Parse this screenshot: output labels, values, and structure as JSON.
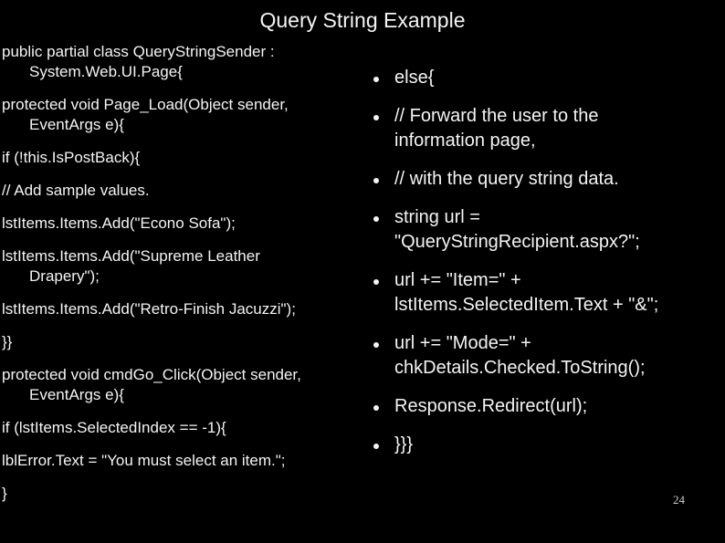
{
  "slide": {
    "title": "Query String Example",
    "page_number": "24",
    "colors": {
      "background": "#000000",
      "text": "#f4f4f4",
      "page_number": "#cccccc"
    },
    "left_code": {
      "paragraphs": [
        {
          "lines": [
            "public partial class QueryStringSender :",
            "System.Web.UI.Page{"
          ]
        },
        {
          "lines": [
            "protected void Page_Load(Object sender,",
            "EventArgs e){"
          ]
        },
        {
          "lines": [
            "if (!this.IsPostBack){"
          ]
        },
        {
          "lines": [
            "// Add sample values."
          ]
        },
        {
          "lines": [
            "lstItems.Items.Add(\"Econo Sofa\");"
          ]
        },
        {
          "lines": [
            "lstItems.Items.Add(\"Supreme Leather",
            "Drapery\");"
          ]
        },
        {
          "lines": [
            "lstItems.Items.Add(\"Retro-Finish Jacuzzi\");"
          ]
        },
        {
          "lines": [
            "}}"
          ]
        },
        {
          "lines": [
            "protected void cmdGo_Click(Object sender,",
            "EventArgs e){"
          ]
        },
        {
          "lines": [
            "if (lstItems.SelectedIndex == -1){"
          ]
        },
        {
          "lines": [
            "lblError.Text = \"You must select an item.\";"
          ]
        },
        {
          "lines": [
            "}"
          ]
        }
      ]
    },
    "right_bullets": {
      "items": [
        {
          "lines": [
            "else{"
          ]
        },
        {
          "lines": [
            "// Forward the user to the",
            "information page,"
          ]
        },
        {
          "lines": [
            "// with the query string data."
          ]
        },
        {
          "lines": [
            "string url =",
            "\"QueryStringRecipient.aspx?\";"
          ]
        },
        {
          "lines": [
            "url += \"Item=\" +",
            "lstItems.SelectedItem.Text + \"&\";"
          ]
        },
        {
          "lines": [
            "url += \"Mode=\" +",
            "chkDetails.Checked.ToString();"
          ]
        },
        {
          "lines": [
            "Response.Redirect(url);"
          ]
        },
        {
          "lines": [
            "}}}"
          ]
        }
      ]
    }
  }
}
